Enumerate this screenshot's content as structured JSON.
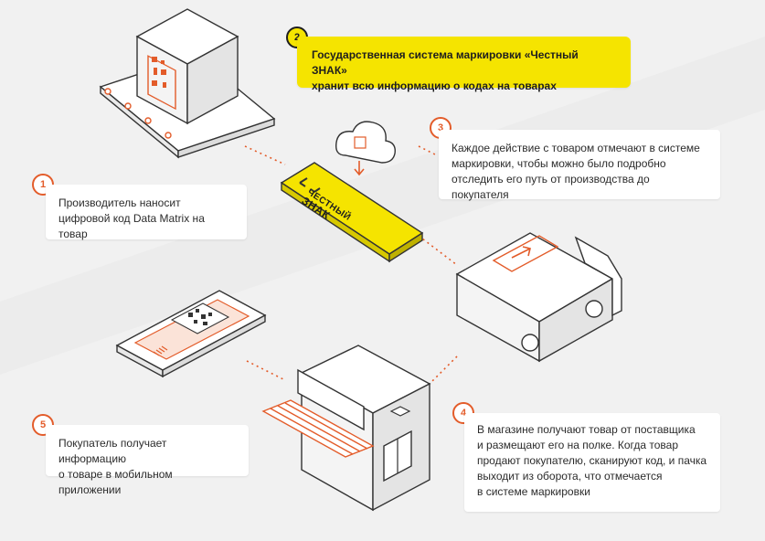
{
  "colors": {
    "accent": "#e35c2a",
    "brand_yellow": "#f5e400",
    "outline": "#333333",
    "background": "#f1f1f1"
  },
  "steps": [
    {
      "number": "1",
      "lines": [
        "Производитель наносит",
        "цифровой код Data Matrix на товар"
      ]
    },
    {
      "number": "2",
      "lines": [
        "Государственная система маркировки «Честный ЗНАК»",
        "хранит всю информацию о кодах на товарах"
      ]
    },
    {
      "number": "3",
      "lines": [
        "Каждое действие с товаром отмечают в системе",
        "маркировки, чтобы можно было подробно",
        "отследить его путь от производства до покупателя"
      ]
    },
    {
      "number": "4",
      "lines": [
        "В магазине получают товар от поставщика",
        "и размещают его на полке. Когда товар",
        "продают покупателю, сканируют код, и пачка",
        "выходит из оборота, что отмечается",
        "в системе маркировки"
      ]
    },
    {
      "number": "5",
      "lines": [
        "Покупатель получает информацию",
        "о товаре в мобильном приложении"
      ]
    }
  ],
  "logo": {
    "line1": "ЧЕСТНЫЙ",
    "line2": "ЗНАК"
  },
  "icons": [
    "box-icon",
    "conveyor-icon",
    "cloud-icon",
    "truck-icon",
    "shop-icon",
    "smartphone-icon",
    "qr-code-icon",
    "barcode-icon"
  ]
}
